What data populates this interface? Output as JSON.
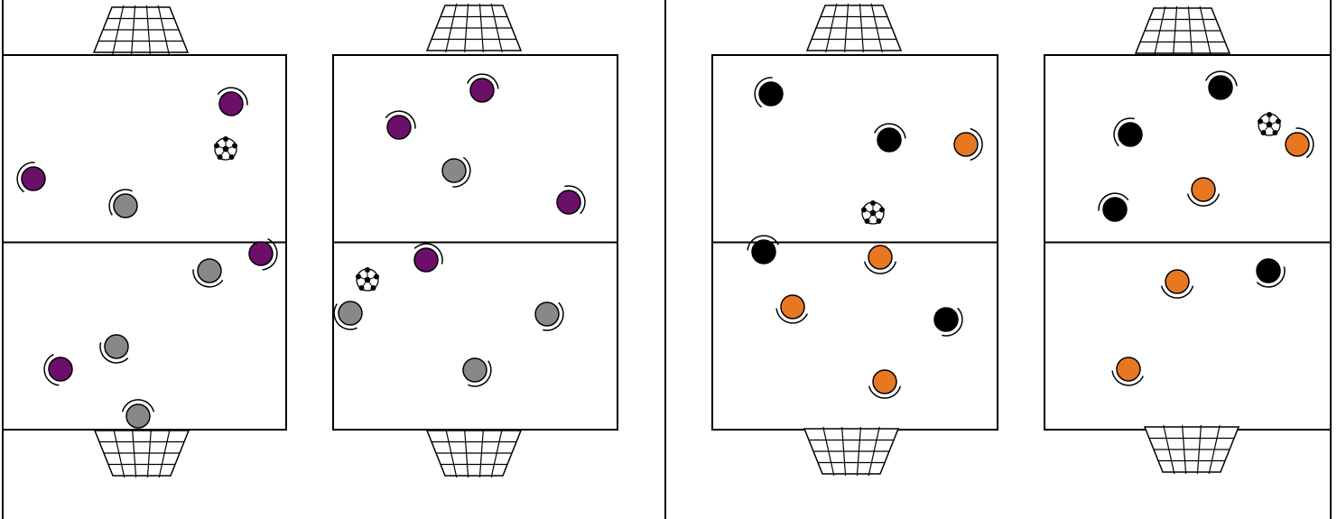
{
  "colors": {
    "line": "#000000",
    "purple": "#6b0f6b",
    "gray": "#888888",
    "black": "#000000",
    "orange": "#e87722",
    "background": "#ffffff"
  },
  "icons": {
    "ball": "soccer-ball-icon",
    "goal": "goal-net-icon",
    "player": "player-icon"
  },
  "fields": [
    {
      "id": "field-1",
      "panel": "left",
      "players": [
        {
          "team": "purple"
        },
        {
          "team": "purple"
        },
        {
          "team": "gray"
        },
        {
          "team": "purple"
        },
        {
          "team": "gray"
        },
        {
          "team": "gray"
        },
        {
          "team": "purple"
        },
        {
          "team": "gray"
        }
      ],
      "balls": 1
    },
    {
      "id": "field-2",
      "panel": "left",
      "players": [
        {
          "team": "purple"
        },
        {
          "team": "purple"
        },
        {
          "team": "gray"
        },
        {
          "team": "purple"
        },
        {
          "team": "purple"
        },
        {
          "team": "gray"
        },
        {
          "team": "gray"
        },
        {
          "team": "gray"
        }
      ],
      "balls": 1
    },
    {
      "id": "field-3",
      "panel": "right",
      "players": [
        {
          "team": "black"
        },
        {
          "team": "black"
        },
        {
          "team": "orange"
        },
        {
          "team": "black"
        },
        {
          "team": "orange"
        },
        {
          "team": "orange"
        },
        {
          "team": "black"
        },
        {
          "team": "orange"
        }
      ],
      "balls": 1
    },
    {
      "id": "field-4",
      "panel": "right",
      "players": [
        {
          "team": "black"
        },
        {
          "team": "black"
        },
        {
          "team": "orange"
        },
        {
          "team": "black"
        },
        {
          "team": "orange"
        },
        {
          "team": "orange"
        },
        {
          "team": "black"
        },
        {
          "team": "orange"
        }
      ],
      "balls": 1
    }
  ]
}
